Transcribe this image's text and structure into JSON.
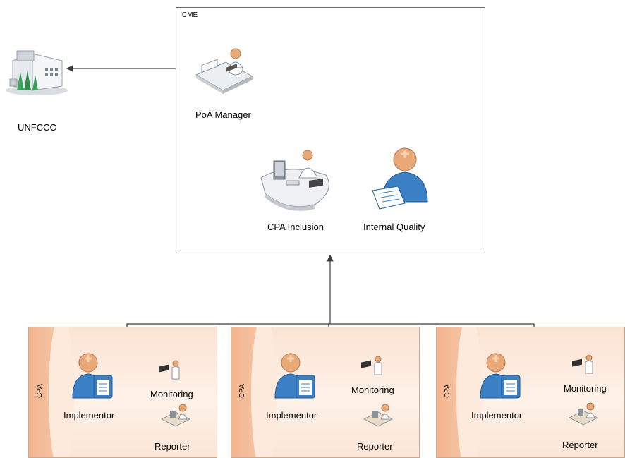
{
  "cme": {
    "title": "CME"
  },
  "unfccc": {
    "label": "UNFCCC"
  },
  "poa_manager": {
    "label": "PoA Manager"
  },
  "cpa_inclusion": {
    "label": "CPA Inclusion"
  },
  "internal_quality": {
    "label": "Internal Quality"
  },
  "cpa_panels": [
    {
      "title": "CPA",
      "implementor": "Implementor",
      "monitoring": "Monitoring",
      "reporter": "Reporter"
    },
    {
      "title": "CPA",
      "implementor": "Implementor",
      "monitoring": "Monitoring",
      "reporter": "Reporter"
    },
    {
      "title": "CPA",
      "implementor": "Implementor",
      "monitoring": "Monitoring",
      "reporter": "Reporter"
    }
  ],
  "colors": {
    "panel_band": "#f2b48f",
    "person_blue": "#3b7fc4",
    "head_orange": "#e8a878",
    "line": "#3a3a3a"
  }
}
